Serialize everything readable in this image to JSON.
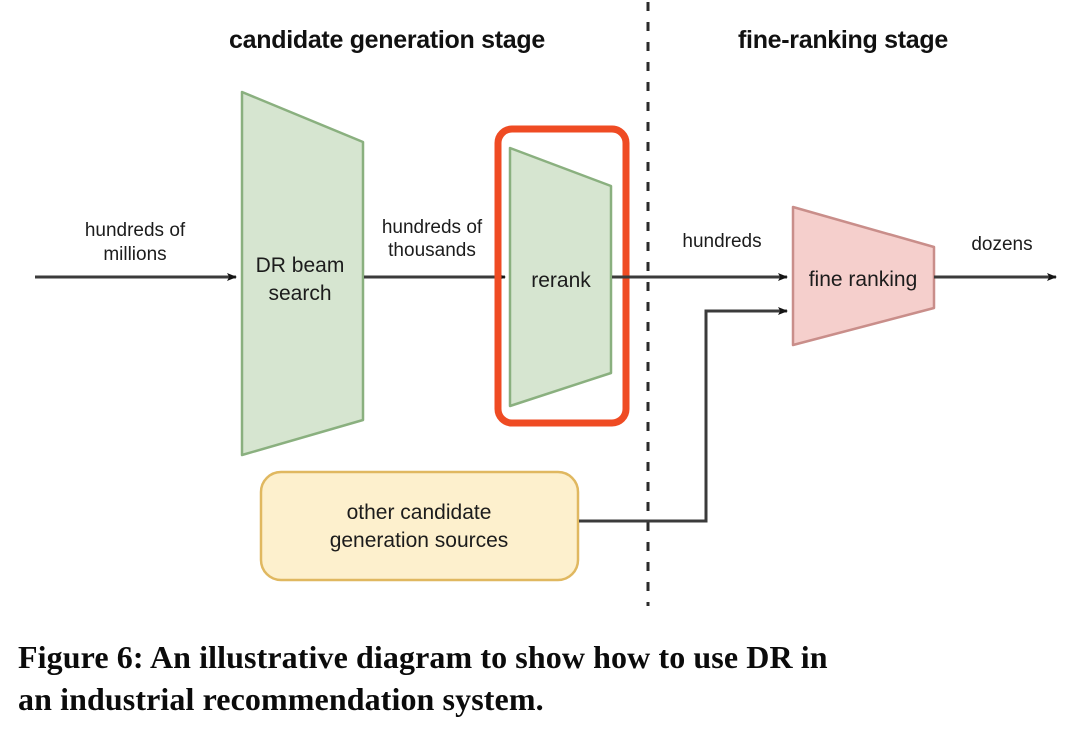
{
  "figure": {
    "caption": "Figure 6: An illustrative diagram to show how to use DR in an industrial recommendation system.",
    "caption_line_1": "Figure 6: An illustrative diagram to show how to use DR in",
    "caption_line_2": "an industrial recommendation system."
  },
  "stages": [
    {
      "id": "candidate-generation",
      "label": "candidate generation stage"
    },
    {
      "id": "fine-ranking",
      "label": "fine-ranking stage"
    }
  ],
  "divider": {
    "name": "stage-divider",
    "style": "dashed",
    "color": "#2b2b2b"
  },
  "nodes": [
    {
      "id": "dr-beam-search",
      "label_line_1": "DR beam",
      "label_line_2": "search",
      "shape": "trapezoid",
      "fill": "#d6e5d0",
      "stroke": "#8ab07f",
      "highlighted": false
    },
    {
      "id": "rerank",
      "label_line_1": "rerank",
      "label_line_2": "",
      "shape": "trapezoid",
      "fill": "#d6e5d0",
      "stroke": "#8ab07f",
      "highlighted": true,
      "highlight_color": "#ef4b23"
    },
    {
      "id": "fine-ranking",
      "label_line_1": "fine ranking",
      "label_line_2": "",
      "shape": "trapezoid",
      "fill": "#f5cfcc",
      "stroke": "#c98e8a",
      "highlighted": false
    },
    {
      "id": "other-candidate-sources",
      "label_line_1": "other candidate",
      "label_line_2": "generation sources",
      "shape": "rounded-rect",
      "fill": "#fdf0cd",
      "stroke": "#e0b860",
      "highlighted": false
    }
  ],
  "edges": [
    {
      "id": "input-to-dr-beam",
      "label_line_1": "hundreds of",
      "label_line_2": "millions"
    },
    {
      "id": "dr-beam-to-rerank",
      "label_line_1": "hundreds of",
      "label_line_2": "thousands"
    },
    {
      "id": "rerank-to-fine-ranking",
      "label_line_1": "hundreds",
      "label_line_2": ""
    },
    {
      "id": "other-sources-to-fine-ranking",
      "label_line_1": "",
      "label_line_2": ""
    },
    {
      "id": "fine-ranking-to-output",
      "label_line_1": "dozens",
      "label_line_2": ""
    }
  ],
  "colors": {
    "green_fill": "#d6e5d0",
    "green_stroke": "#8ab07f",
    "pink_fill": "#f5cfcc",
    "pink_stroke": "#c98e8a",
    "yellow_fill": "#fdf0cd",
    "yellow_stroke": "#e0b860",
    "highlight_red": "#ef4b23",
    "line_color": "#3b3b3b",
    "text_color": "#1c1c1c",
    "background": "#ffffff"
  }
}
